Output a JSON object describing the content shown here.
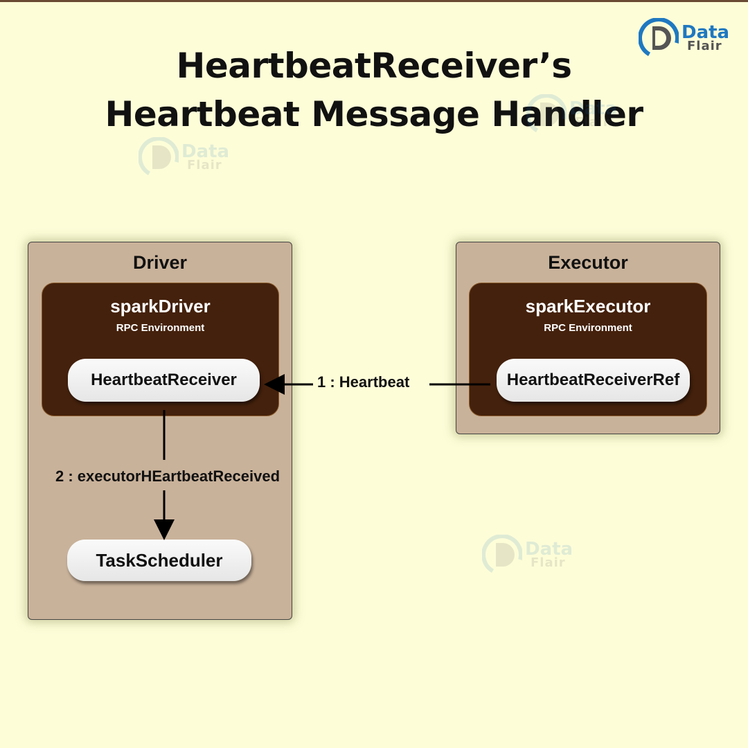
{
  "title": {
    "line1": "HeartbeatReceiver’s",
    "line2": "Heartbeat Message Handler"
  },
  "logo": {
    "line1": "Data",
    "line2": "Flair"
  },
  "driver": {
    "label": "Driver",
    "env_title": "sparkDriver",
    "env_subtitle": "RPC Environment",
    "receiver": "HeartbeatReceiver",
    "scheduler": "TaskScheduler"
  },
  "executor": {
    "label": "Executor",
    "env_title": "sparkExecutor",
    "env_subtitle": "RPC Environment",
    "receiver_ref": "HeartbeatReceiverRef"
  },
  "edges": {
    "heartbeat": "1 : Heartbeat",
    "executor_heartbeat": "2 : executorHEartbeatReceived"
  },
  "colors": {
    "background": "#fdfdd8",
    "outer_box": "#c9b29a",
    "inner_env": "#44210c",
    "brand_blue": "#1f78c1"
  }
}
